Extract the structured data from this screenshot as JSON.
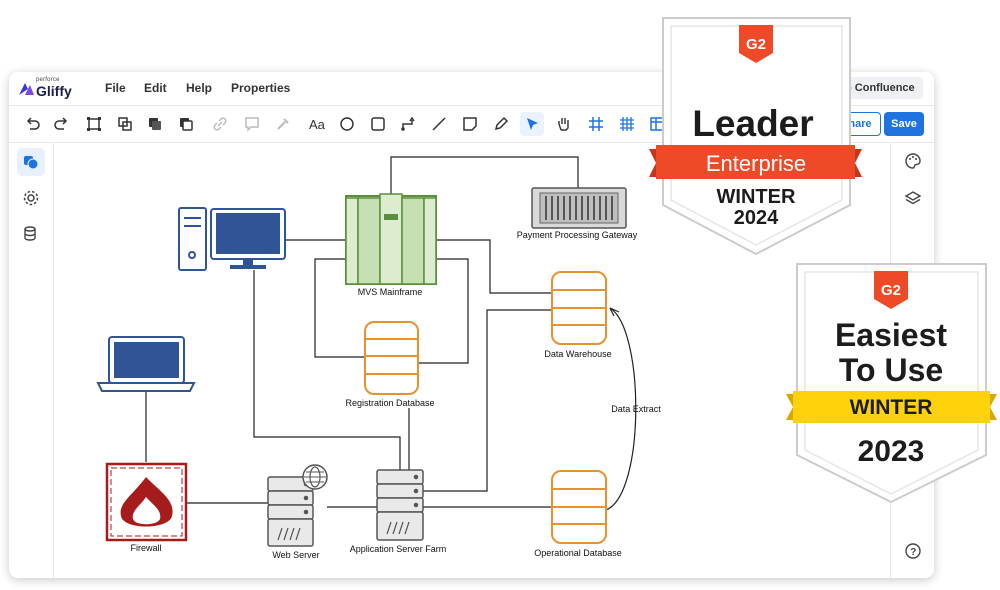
{
  "app": {
    "logo_small": "perforce",
    "logo_name": "Gliffy"
  },
  "menu": {
    "file": "File",
    "edit": "Edit",
    "help": "Help",
    "properties": "Properties"
  },
  "header_right": {
    "confluence": "o Confluence",
    "share": "hare",
    "save": "Save"
  },
  "toolbar_icons": [
    "undo-icon",
    "redo-icon",
    "fit-icon",
    "group-icon",
    "front-icon",
    "back-icon",
    "link-icon",
    "comment-icon",
    "eyedropper-icon",
    "text-icon",
    "circle-icon",
    "rectangle-icon",
    "connector-icon",
    "line-icon",
    "note-icon",
    "pencil-icon",
    "pointer-icon",
    "hand-icon",
    "grid-icon",
    "grid-dense-icon",
    "table-icon"
  ],
  "left_sidebar_icons": [
    "shapes-icon",
    "settings-icon",
    "database-icon"
  ],
  "right_sidebar_icons": [
    "palette-icon",
    "layers-icon",
    "help-icon"
  ],
  "diagram": {
    "labels": {
      "mainframe": "MVS Mainframe",
      "payment": "Payment Processing Gateway",
      "registration": "Registration Database",
      "warehouse": "Data Warehouse",
      "extract": "Data Extract",
      "firewall": "Firewall",
      "webserver": "Web Server",
      "appfarm": "Application Server Farm",
      "operational": "Operational Database"
    },
    "colors": {
      "mainframe": "#5a8f3c",
      "database": "#e8922e",
      "firewall": "#a61c1c",
      "computer": "#2f5597"
    }
  },
  "badges": {
    "leader": {
      "title": "Leader",
      "ribbon": "Enterprise",
      "season": "WINTER",
      "year": "2024",
      "ribbon_color": "#ef4a28"
    },
    "easiest": {
      "title_line1": "Easiest",
      "title_line2": "To Use",
      "ribbon": "WINTER",
      "year": "2023",
      "ribbon_color": "#fdd20a"
    },
    "g2_mark": "G2"
  }
}
